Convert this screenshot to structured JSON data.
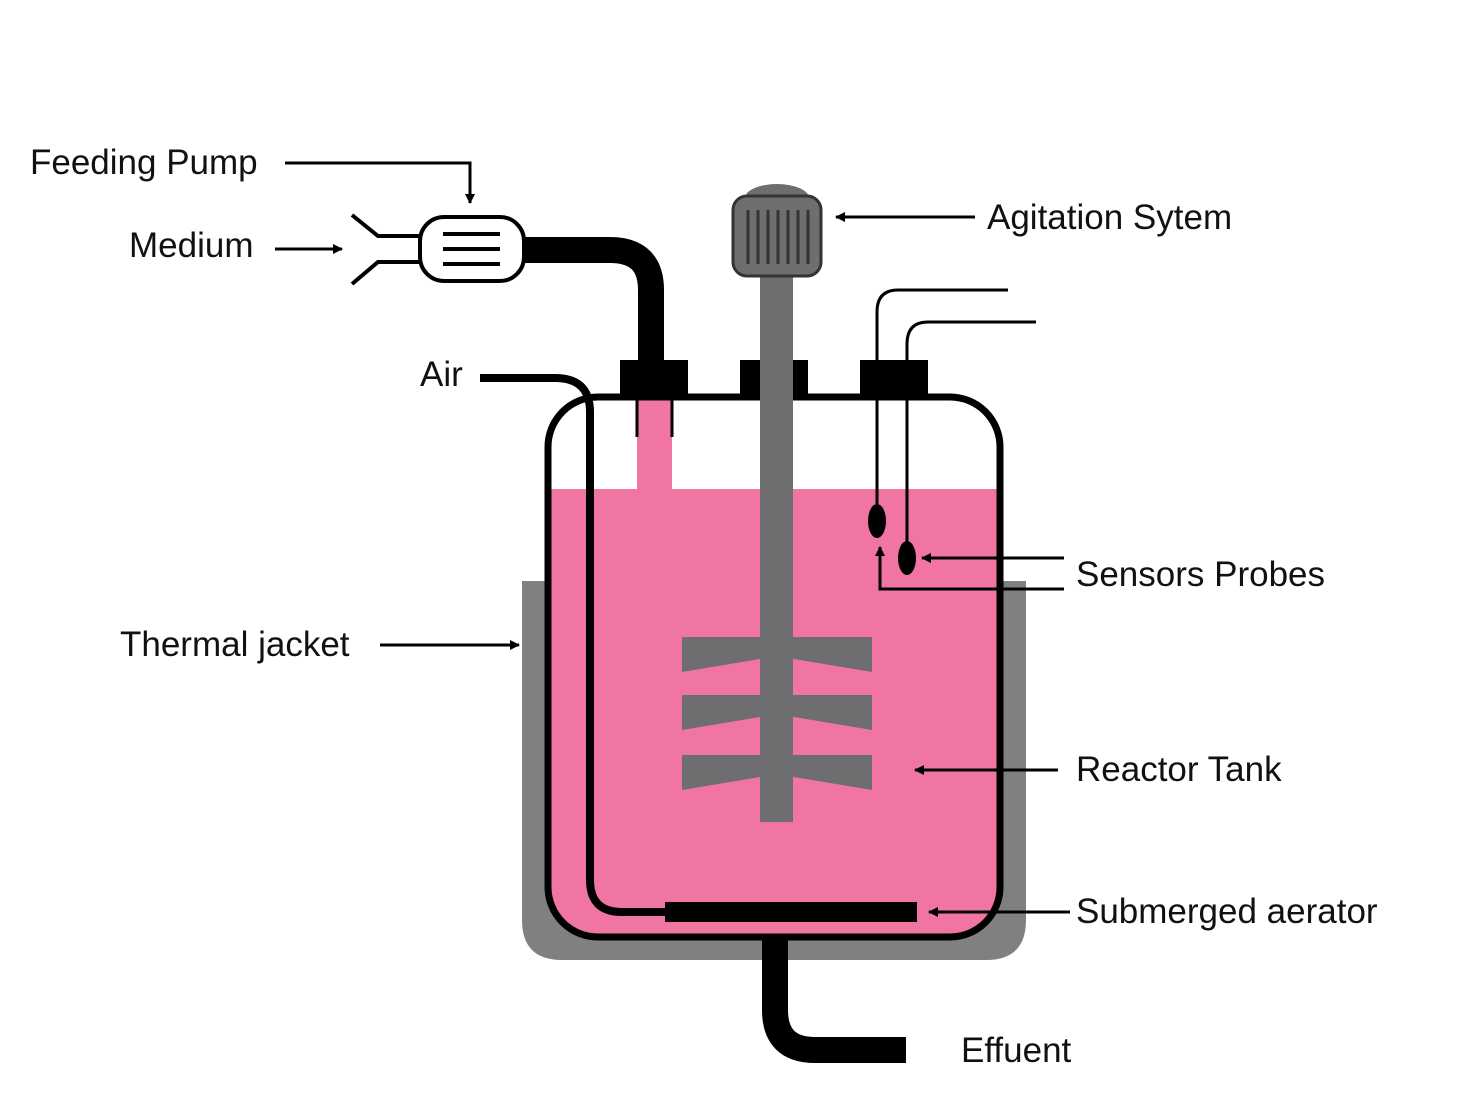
{
  "labels": {
    "feeding_pump": "Feeding Pump",
    "medium": "Medium",
    "air": "Air",
    "agitation_system": "Agitation Sytem",
    "sensors_probes": "Sensors Probes",
    "thermal_jacket": "Thermal jacket",
    "reactor_tank": "Reactor Tank",
    "submerged_aerator": "Submerged aerator",
    "effluent": "Effuent"
  },
  "colors": {
    "liquid": "#F075A2",
    "jacket": "#808082",
    "outline": "#000000",
    "agitator": "#6E6E70",
    "background": "#FFFFFF"
  }
}
